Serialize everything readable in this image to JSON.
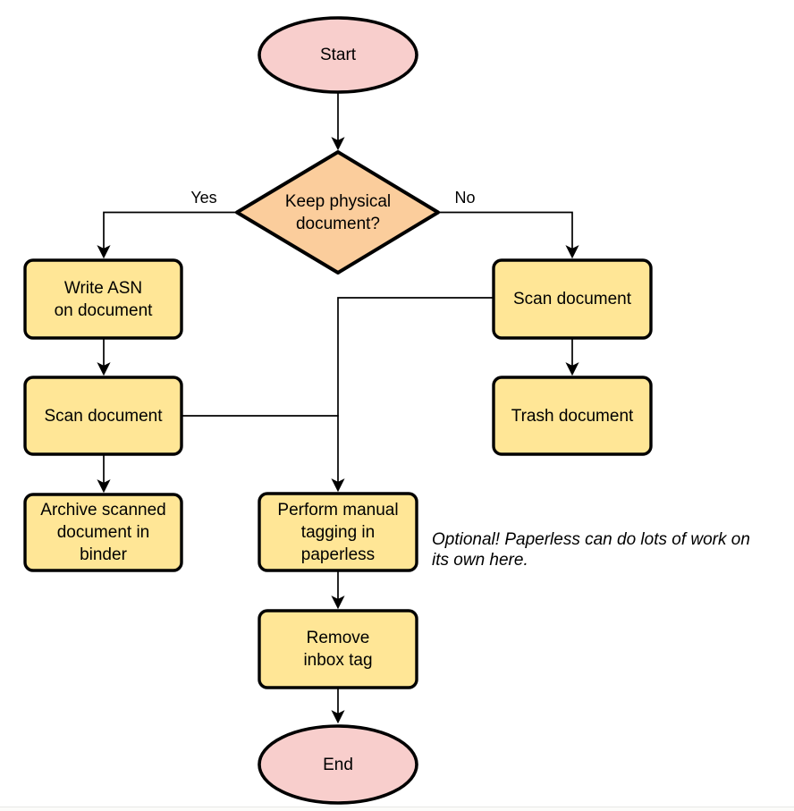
{
  "colors": {
    "terminal_fill": "#f8cecc",
    "decision_fill": "#fbcd9c",
    "process_fill": "#ffe696",
    "shape_stroke": "#000000",
    "connector_stroke": "#000000"
  },
  "nodes": {
    "start": {
      "lines": [
        "Start"
      ]
    },
    "decision": {
      "lines": [
        "Keep physical",
        "document?"
      ]
    },
    "write_asn": {
      "lines": [
        "Write ASN",
        "on document"
      ]
    },
    "scan_left": {
      "lines": [
        "Scan document"
      ]
    },
    "archive": {
      "lines": [
        "Archive scanned",
        "document in",
        "binder"
      ]
    },
    "scan_right": {
      "lines": [
        "Scan document"
      ]
    },
    "trash": {
      "lines": [
        "Trash document"
      ]
    },
    "tagging": {
      "lines": [
        "Perform manual",
        "tagging in",
        "paperless"
      ]
    },
    "remove_inbox": {
      "lines": [
        "Remove",
        "inbox tag"
      ]
    },
    "end": {
      "lines": [
        "End"
      ]
    }
  },
  "edge_labels": {
    "yes": "Yes",
    "no": "No"
  },
  "annotation": {
    "lines": [
      "Optional! Paperless can do lots of work on",
      "its own here."
    ]
  }
}
